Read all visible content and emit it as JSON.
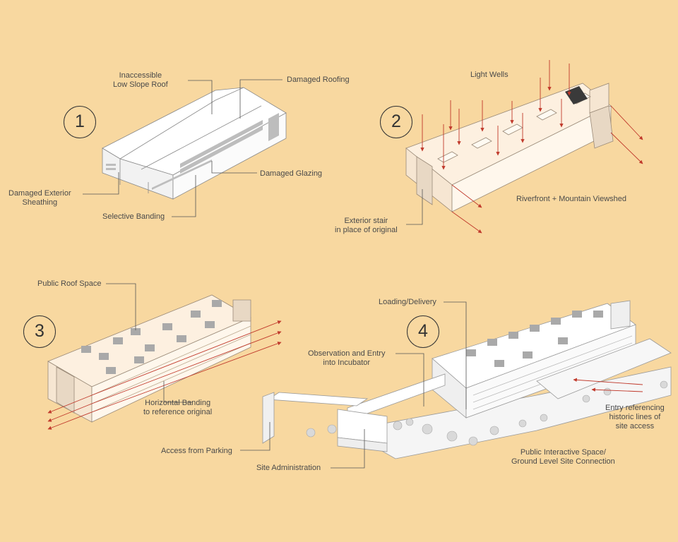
{
  "steps": [
    "1",
    "2",
    "3",
    "4"
  ],
  "colors": {
    "background": "#f8d8a0",
    "leader": "#555555",
    "arrow": "#c0392b",
    "building": "#ffffff",
    "building_alt": "#fdf0e0"
  },
  "panel1": {
    "roof": "Inaccessible\nLow Slope Roof",
    "roofing": "Damaged Roofing",
    "glazing": "Damaged Glazing",
    "sheathing": "Damaged Exterior\nSheathing",
    "banding": "Selective Banding"
  },
  "panel2": {
    "light_wells": "Light Wells",
    "viewshed": "Riverfront + Mountain Viewshed",
    "stair": "Exterior stair\nin place of original"
  },
  "panel3": {
    "roof_space": "Public Roof Space",
    "banding": "Horizontal Banding\nto reference original",
    "parking": "Access from Parking"
  },
  "panel4": {
    "loading": "Loading/Delivery",
    "observation": "Observation and Entry\ninto Incubator",
    "entry": "Entry referencing\nhistoric lines of\nsite access",
    "public": "Public Interactive Space/\nGround Level Site Connection",
    "admin": "Site Administration"
  }
}
